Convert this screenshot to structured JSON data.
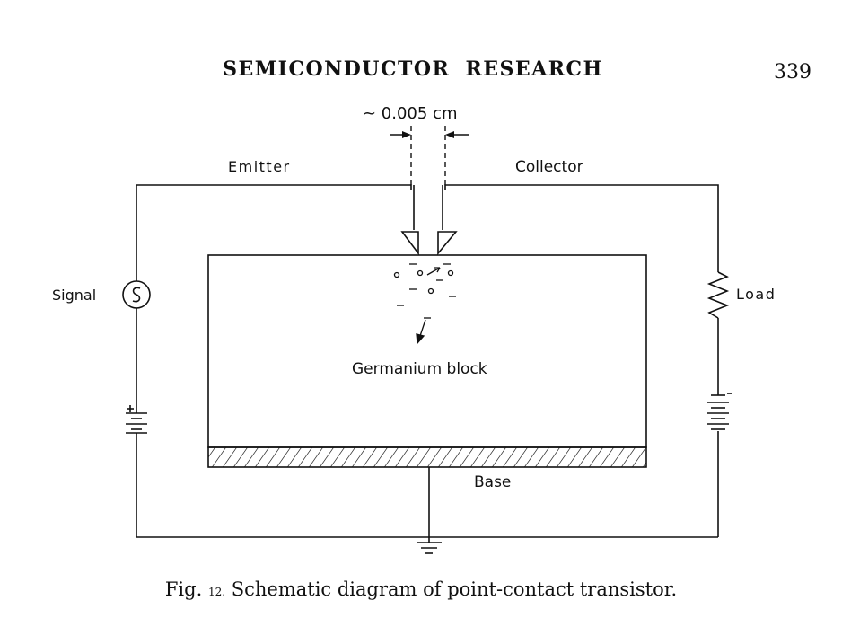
{
  "page": {
    "running_head": "SEMICONDUCTOR RESEARCH",
    "page_number": "339"
  },
  "figure": {
    "spacing_label": "~ 0.005 cm",
    "labels": {
      "emitter": "Emitter",
      "collector": "Collector",
      "signal": "Signal",
      "load": "Load",
      "block": "Germanium block",
      "base": "Base"
    }
  },
  "caption": {
    "prefix": "Fig.",
    "number": "12.",
    "text": "Schematic diagram of point-contact transistor."
  }
}
